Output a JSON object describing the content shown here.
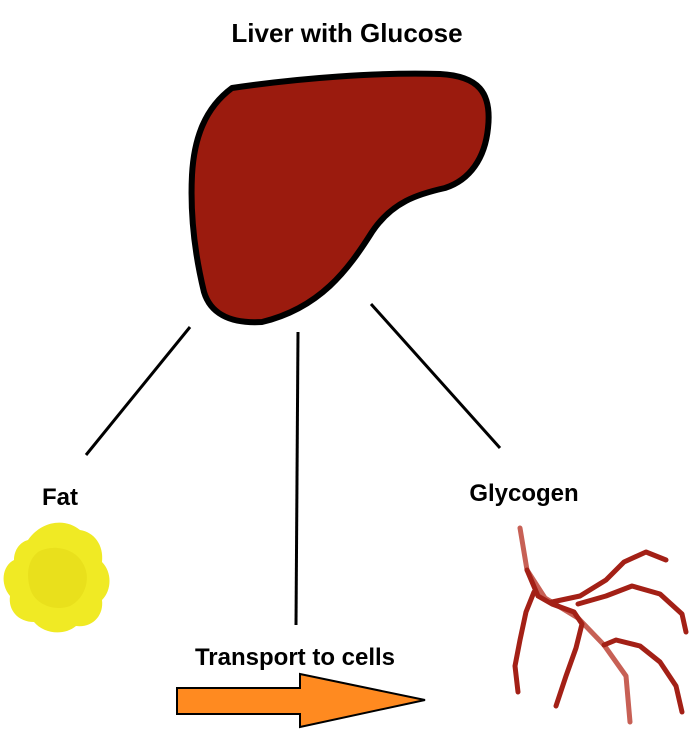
{
  "diagram": {
    "title": "Liver with Glucose",
    "outputs": {
      "fat": "Fat",
      "glycogen": "Glycogen",
      "transport": "Transport to cells"
    }
  },
  "colors": {
    "liver_fill": "#9b1b0e",
    "liver_outline": "#000000",
    "connector": "#000000",
    "fat_fill": "#f0ea24",
    "fat_highlight": "#e5dc1a",
    "glycogen_dark": "#a32016",
    "glycogen_light": "#c76055",
    "arrow_fill": "#ff8a20",
    "arrow_outline": "#000000",
    "background": "#ffffff"
  },
  "icons": {
    "liver": "liver-organ-icon",
    "fat": "fat-blob-icon",
    "glycogen": "glycogen-branch-icon",
    "arrow": "right-arrow-icon"
  }
}
